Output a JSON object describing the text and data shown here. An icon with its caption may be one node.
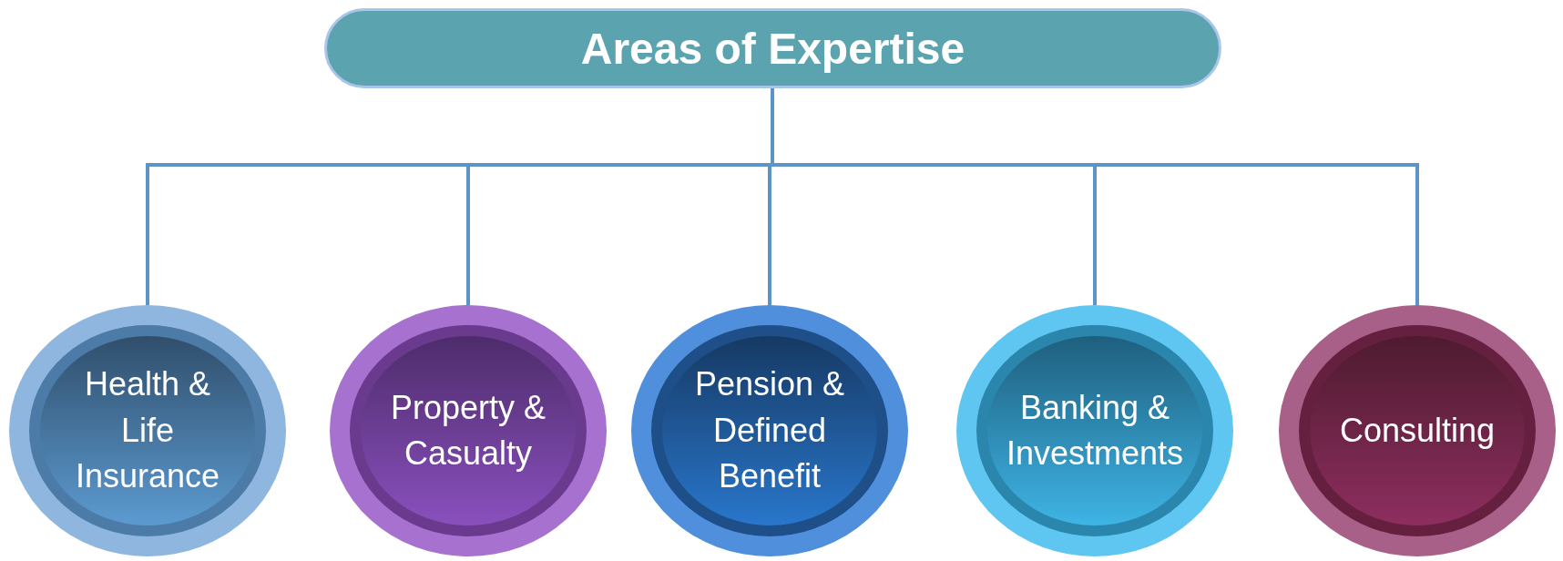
{
  "diagram": {
    "nodes": [
      {
        "text": [
          "Areas of Expertise"
        ]
      },
      {
        "text": [
          "Health & Life Insurance"
        ]
      },
      {
        "text": [
          "Property & Casualty"
        ]
      },
      {
        "text": [
          "Pension & Defined Benefit"
        ]
      },
      {
        "text": [
          "Banking & Investments"
        ]
      },
      {
        "text": [
          "Consulting"
        ]
      }
    ],
    "edges": [
      {
        "from": 0,
        "to": 1,
        "arrow": "none"
      },
      {
        "from": 0,
        "to": 2,
        "arrow": "none"
      },
      {
        "from": 0,
        "to": 3,
        "arrow": "none"
      },
      {
        "from": 0,
        "to": 4,
        "arrow": "none"
      },
      {
        "from": 0,
        "to": 5,
        "arrow": "none"
      }
    ]
  }
}
